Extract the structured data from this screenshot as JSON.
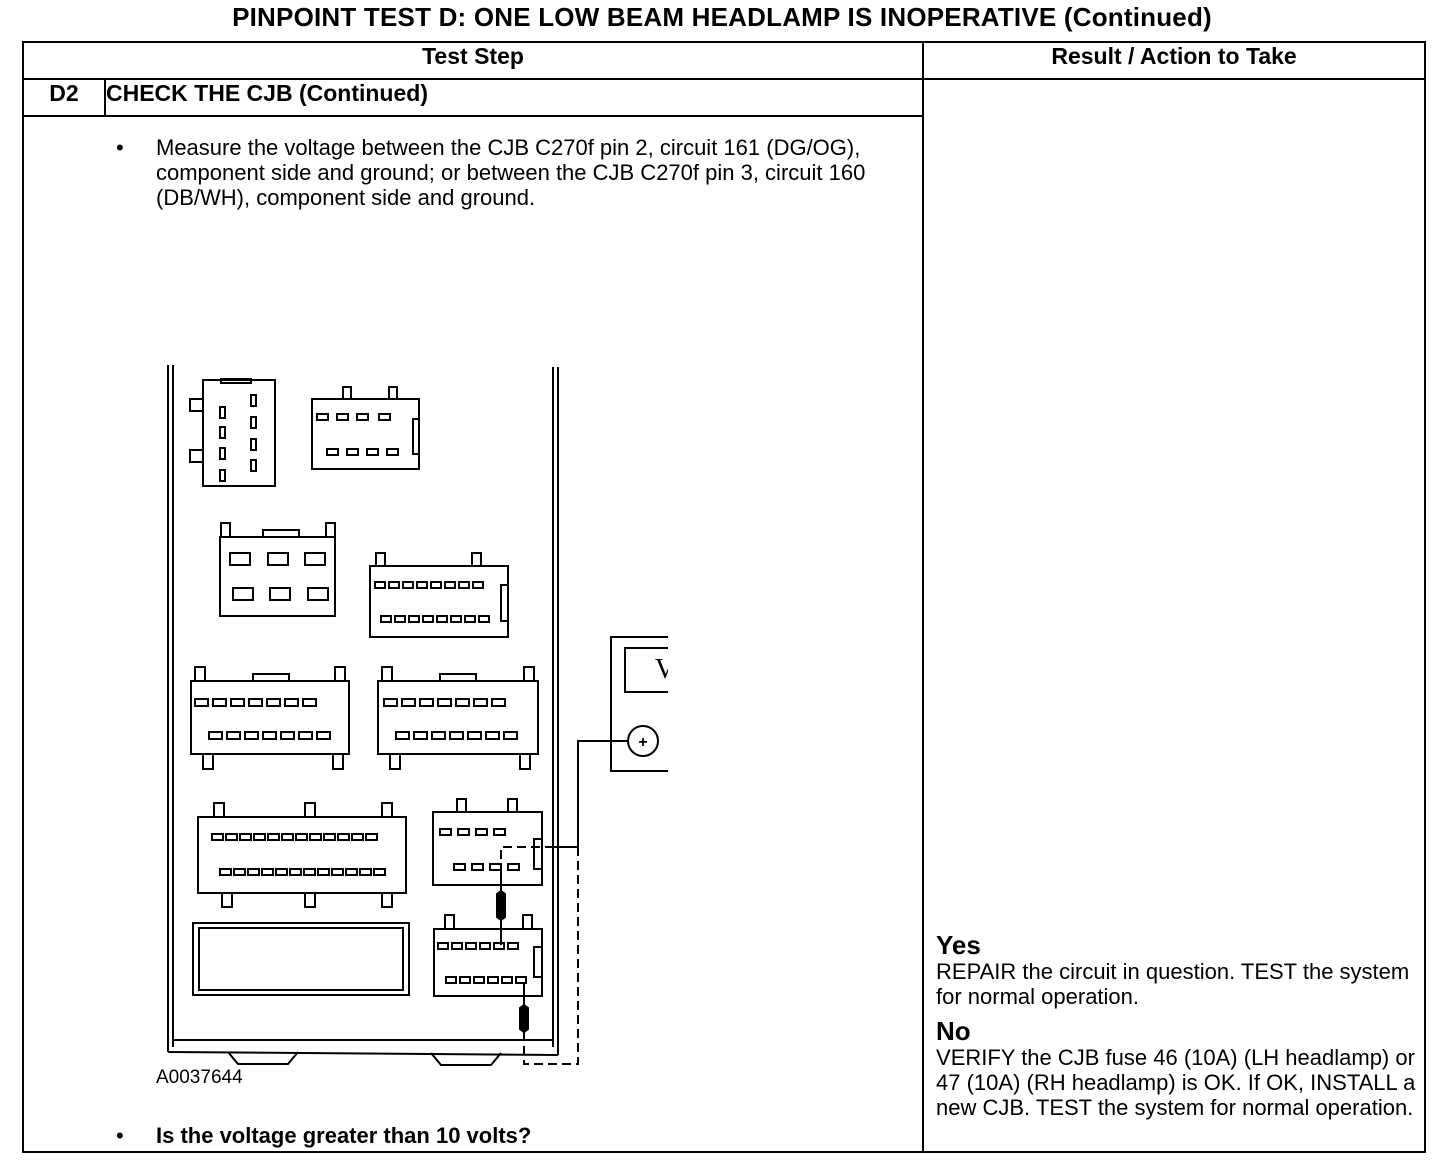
{
  "title": "PINPOINT TEST D: ONE LOW BEAM HEADLAMP IS INOPERATIVE (Continued)",
  "header": {
    "col_step": "Test Step",
    "col_result": "Result / Action to Take"
  },
  "step": {
    "id": "D2",
    "name": "CHECK THE CJB (Continued)",
    "bullet_char": "•",
    "instruction": "Measure the voltage between the CJB C270f pin 2, circuit 161 (DG/OG), component side and ground; or between the CJB C270f pin 3, circuit 160 (DB/WH), component side and ground.",
    "figure_id": "A0037644",
    "question": "Is the voltage greater than 10 volts?"
  },
  "figure": {
    "meter_symbol": "V",
    "plus": "+",
    "minus": "−",
    "icon": "multimeter-icon"
  },
  "results": {
    "yes_label": "Yes",
    "yes_text": "REPAIR the circuit in question. TEST the system for normal operation.",
    "no_label": "No",
    "no_text": "VERIFY the CJB fuse 46 (10A) (LH headlamp) or 47 (10A) (RH headlamp) is OK. If OK, INSTALL a new CJB. TEST the system for normal operation."
  }
}
